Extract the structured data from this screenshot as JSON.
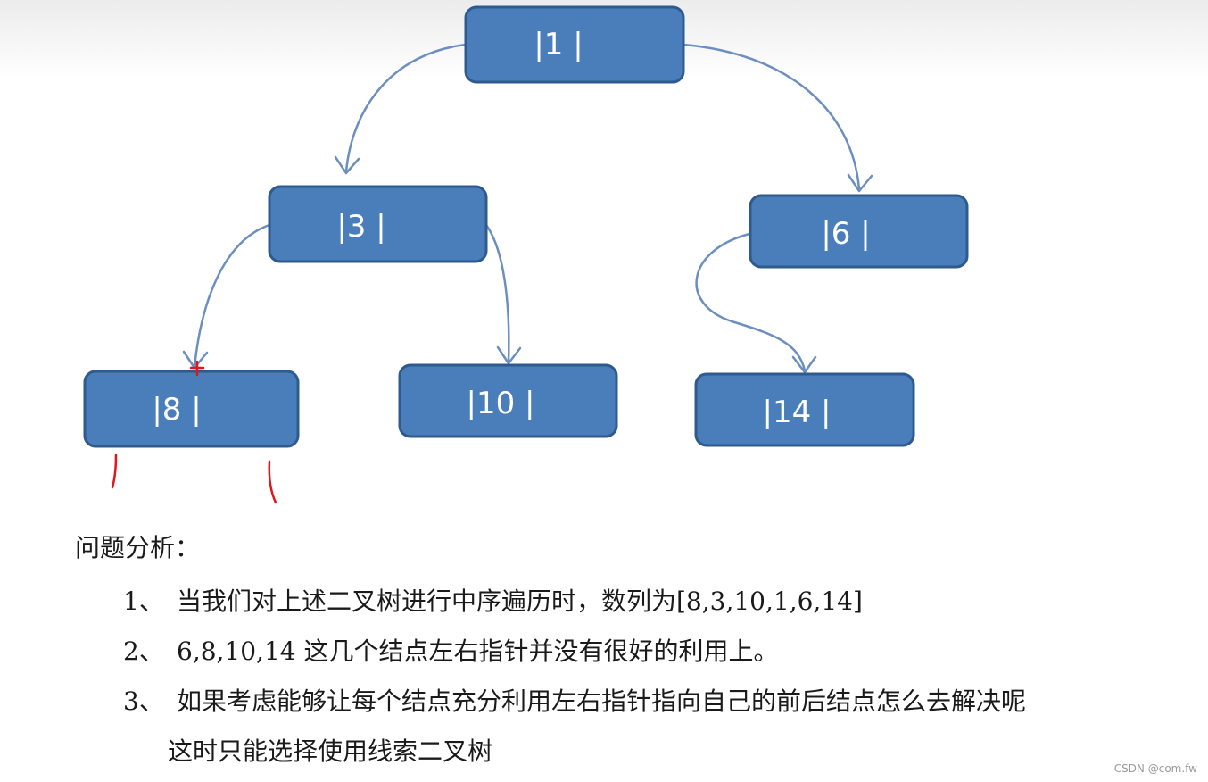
{
  "tree": {
    "nodes": [
      {
        "id": "n1",
        "label": "|1 |"
      },
      {
        "id": "n3",
        "label": "|3 |"
      },
      {
        "id": "n6",
        "label": "|6 |"
      },
      {
        "id": "n8",
        "label": "|8 |"
      },
      {
        "id": "n10",
        "label": "|10 |"
      },
      {
        "id": "n14",
        "label": "|14 |"
      }
    ],
    "edges": [
      {
        "from": "n1",
        "to": "n3"
      },
      {
        "from": "n1",
        "to": "n6"
      },
      {
        "from": "n3",
        "to": "n8"
      },
      {
        "from": "n3",
        "to": "n10"
      },
      {
        "from": "n6",
        "to": "n14"
      }
    ],
    "colors": {
      "node_fill": "#4a7ebb",
      "node_border": "#2f5a8e",
      "edge": "#6c8fbf",
      "annotation": "#e0161d"
    }
  },
  "analysis": {
    "title": "问题分析：",
    "items": [
      {
        "num": "1、",
        "text": "当我们对上述二叉树进行中序遍历时，数列为[8,3,10,1,6,14]"
      },
      {
        "num": "2、",
        "text": "6,8,10,14 这几个结点左右指针并没有很好的利用上。"
      },
      {
        "num": "3、",
        "text": "如果考虑能够让每个结点充分利用左右指针指向自己的前后结点怎么去解决呢",
        "continuation": "这时只能选择使用线索二叉树"
      }
    ]
  },
  "watermark": "CSDN @com.fw"
}
